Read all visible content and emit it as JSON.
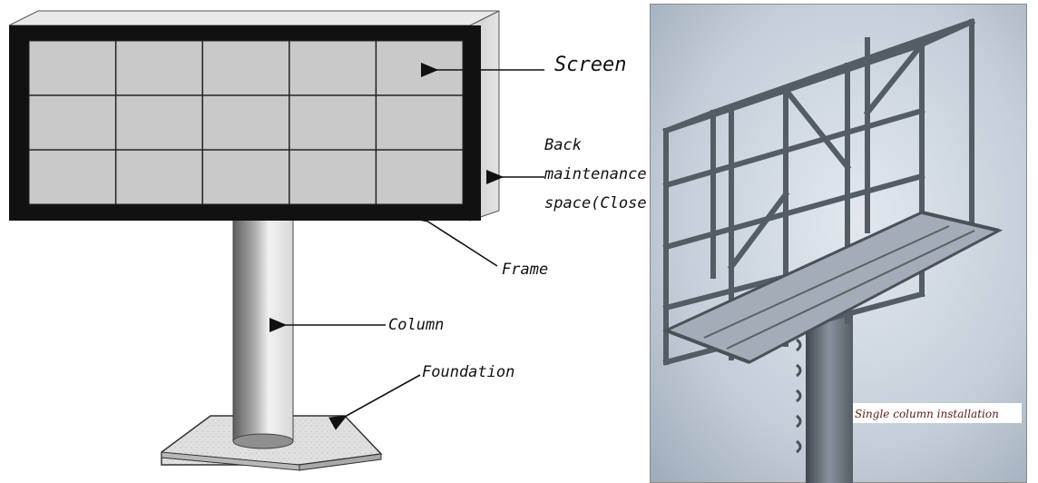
{
  "left_diagram": {
    "labels": {
      "screen": "Screen",
      "back_line1": "Back",
      "back_line2": "maintenance",
      "back_line3": "space(Closed)",
      "frame": "Frame",
      "column": "Column",
      "foundation": "Foundation"
    }
  },
  "right_image": {
    "caption": "Single column installation"
  },
  "colors": {
    "frame": "#111111",
    "panel_fill": "#c9c9c9",
    "side_fill": "#d4d4d4",
    "steel": "#7d8591",
    "background_3d": "#b9c4d0",
    "caption": "#5a1a14"
  }
}
